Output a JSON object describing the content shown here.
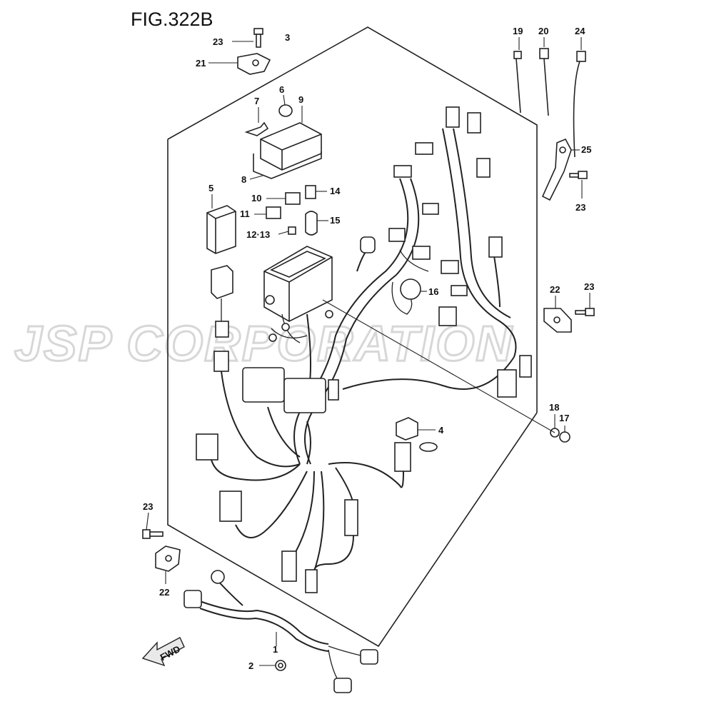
{
  "figure": {
    "title": "FIG.322B"
  },
  "watermark": "JSP CORPORATION",
  "direction_arrow": {
    "label": "FWD"
  },
  "callouts": [
    "1",
    "2",
    "3",
    "4",
    "5",
    "6",
    "7",
    "8",
    "9",
    "10",
    "11",
    "12·13",
    "14",
    "15",
    "16",
    "17",
    "18",
    "19",
    "20",
    "21",
    "22",
    "22",
    "23",
    "23",
    "23",
    "23",
    "24",
    "25"
  ]
}
